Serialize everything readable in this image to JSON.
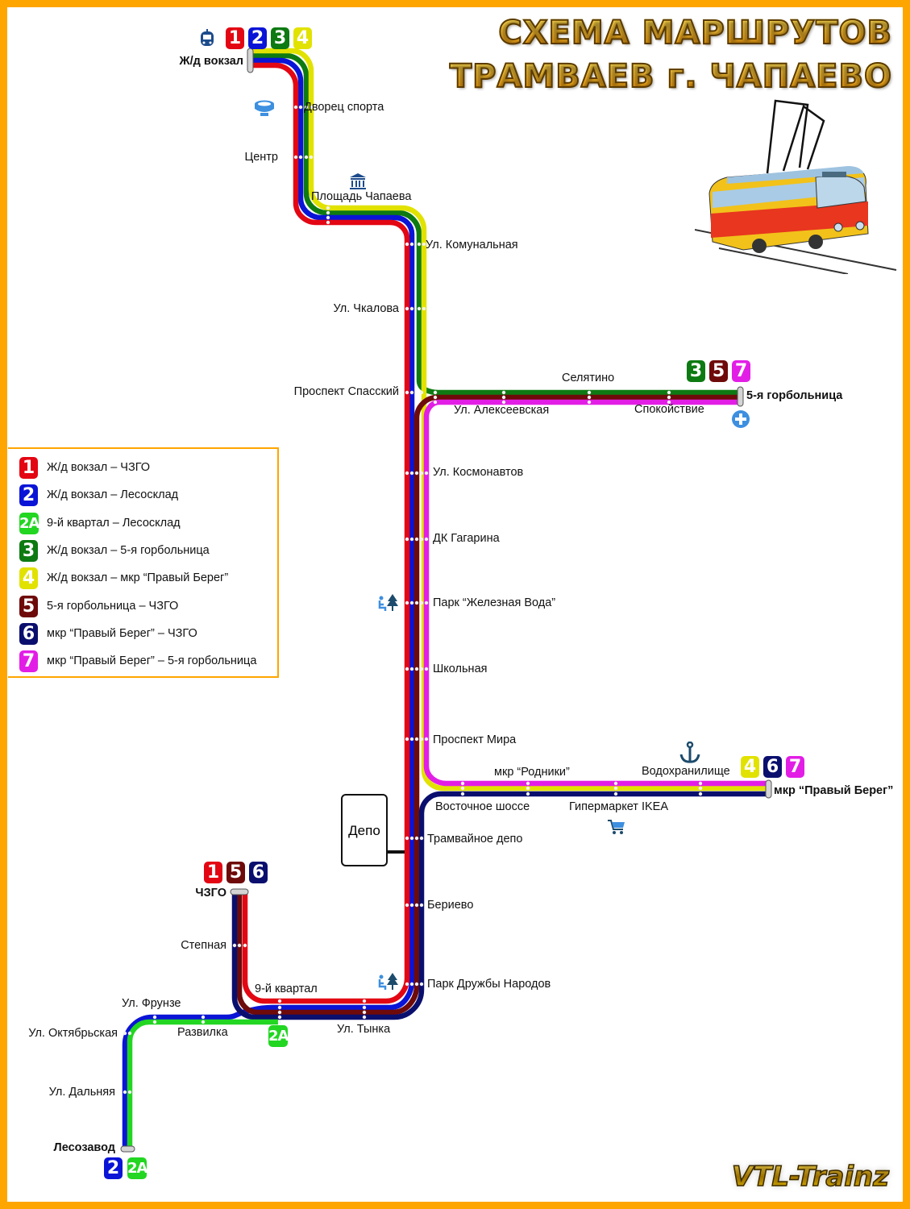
{
  "title": {
    "line1": "СХЕМА МАРШРУТОВ",
    "line2": "ТРАМВАЕВ г. ЧАПАЕВО"
  },
  "watermark": "VTL-Trainz",
  "route_colors": {
    "1": "#e30613",
    "2": "#0a14d6",
    "2A": "#22d622",
    "3": "#0e7a12",
    "4": "#e2e200",
    "5": "#6e0a0a",
    "6": "#0a0f6e",
    "7": "#e21ee6"
  },
  "legend": [
    {
      "route": "1",
      "text": "Ж/д вокзал – ЧЗГО"
    },
    {
      "route": "2",
      "text": "Ж/д вокзал – Лесосклад"
    },
    {
      "route": "2A",
      "text": "9-й квартал – Лесосклад"
    },
    {
      "route": "3",
      "text": "Ж/д вокзал – 5-я горбольница"
    },
    {
      "route": "4",
      "text": "Ж/д вокзал – мкр “Правый Берег”"
    },
    {
      "route": "5",
      "text": "5-я горбольница – ЧЗГО"
    },
    {
      "route": "6",
      "text": "мкр “Правый Берег” – ЧЗГО"
    },
    {
      "route": "7",
      "text": "мкр “Правый Берег” – 5-я горбольница"
    }
  ],
  "terminals": {
    "zhd_vokzal": {
      "name": "Ж/д вокзал",
      "routes": [
        "1",
        "2",
        "3",
        "4"
      ],
      "icon": "train-icon"
    },
    "gorbolnitsa": {
      "name": "5-я горбольница",
      "routes": [
        "3",
        "5",
        "7"
      ],
      "icon": "hospital-icon"
    },
    "praviy_bereg": {
      "name": "мкр “Правый Берег”",
      "routes": [
        "4",
        "6",
        "7"
      ]
    },
    "chzgo": {
      "name": "ЧЗГО",
      "routes": [
        "1",
        "5",
        "6"
      ]
    },
    "lesozavod": {
      "name": "Лесозавод",
      "routes": [
        "2",
        "2A"
      ]
    },
    "kvartal9_badge": {
      "routes": [
        "2A"
      ]
    }
  },
  "stops": {
    "dvorets_sporta": "Дворец спорта",
    "tsentr": "Центр",
    "ploshchad_chapaeva": "Площадь Чапаева",
    "komunalnaya": "Ул. Комунальная",
    "chkalova": "Ул. Чкалова",
    "spasskiy": "Проспект Спасский",
    "selyatino": "Селятино",
    "alekseevskaya": "Ул. Алексеевская",
    "spokoystvie": "Спокойствие",
    "kosmonavtov": "Ул. Космонавтов",
    "dk_gagarina": "ДК Гагарина",
    "park_zheleznaya_voda": "Парк “Железная Вода”",
    "shkolnaya": "Школьная",
    "prospekt_mira": "Проспект Мира",
    "rodniki": "мкр “Родники”",
    "vodokhranilishche": "Водохранилище",
    "vostochnoe_shosse": "Восточное шоссе",
    "ikea": "Гипермаркет IKEA",
    "tramvaynoe_depo": "Трамвайное депо",
    "berievo": "Бериево",
    "park_druzhby": "Парк Дружбы Народов",
    "tynka": "Ул. Тынка",
    "kvartal9": "9-й квартал",
    "stepnaya": "Степная",
    "razvilka": "Развилка",
    "frunze": "Ул. Фрунзе",
    "oktyabrskaya": "Ул. Октябрьская",
    "dalnyaya": "Ул. Дальняя"
  },
  "depot_label": "Депо"
}
